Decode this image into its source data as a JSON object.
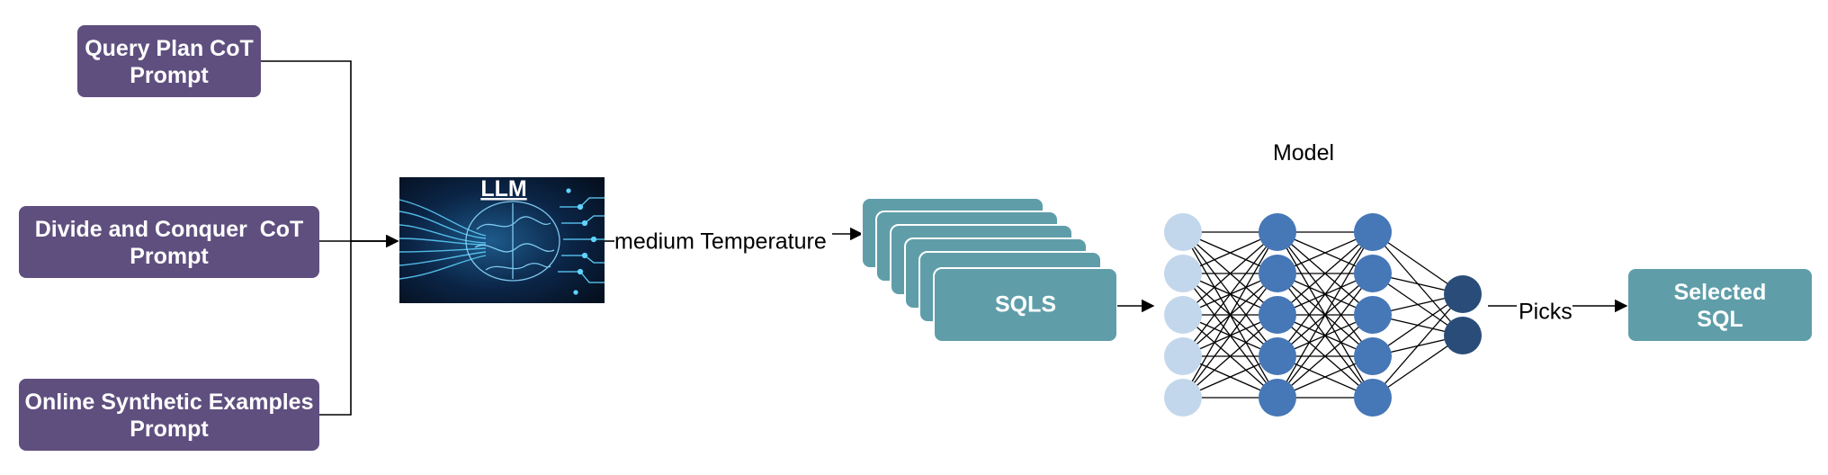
{
  "prompts": [
    {
      "line1": "Query Plan CoT",
      "line2": "Prompt"
    },
    {
      "line1": "Divide and Conquer  CoT",
      "line2": "Prompt"
    },
    {
      "line1": "Online Synthetic Examples",
      "line2": "Prompt"
    }
  ],
  "llm": {
    "label": "LLM"
  },
  "edge_labels": {
    "temperature": "medium Temperature",
    "picks": "Picks"
  },
  "sqls": {
    "label": "SQLS"
  },
  "model": {
    "title": "Model",
    "layers": [
      5,
      5,
      5,
      2
    ]
  },
  "output": {
    "line1": "Selected",
    "line2": "SQL"
  },
  "colors": {
    "prompt_fill": "#5f4f7f",
    "teal": "#5f9ea9",
    "llm_bg": "#0a1a33",
    "llm_glow": "#5fd3ff",
    "nn_input": "#c3d7ec",
    "nn_hidden": "#4677b7",
    "nn_output": "#2a4c78"
  }
}
